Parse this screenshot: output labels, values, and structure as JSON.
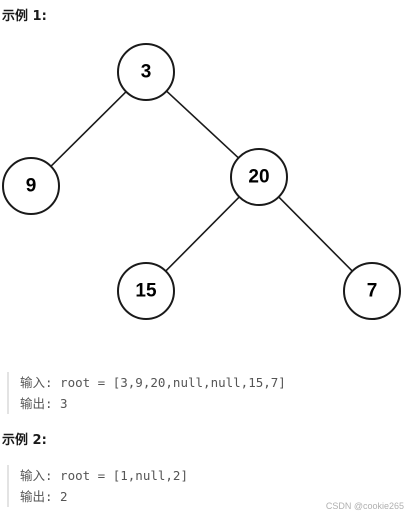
{
  "example1": {
    "heading": "示例 1:",
    "input": "输入: root = [3,9,20,null,null,15,7]",
    "output": "输出: 3"
  },
  "example2": {
    "heading": "示例 2:",
    "input": "输入: root = [1,null,2]",
    "output": "输出: 2"
  },
  "tree": {
    "nodes": [
      {
        "id": "n3",
        "label": "3"
      },
      {
        "id": "n9",
        "label": "9"
      },
      {
        "id": "n20",
        "label": "20"
      },
      {
        "id": "n15",
        "label": "15"
      },
      {
        "id": "n7",
        "label": "7"
      }
    ],
    "edges": [
      {
        "from": "n3",
        "to": "n9"
      },
      {
        "from": "n3",
        "to": "n20"
      },
      {
        "from": "n20",
        "to": "n15"
      },
      {
        "from": "n20",
        "to": "n7"
      }
    ]
  },
  "watermark": "CSDN @cookie265"
}
